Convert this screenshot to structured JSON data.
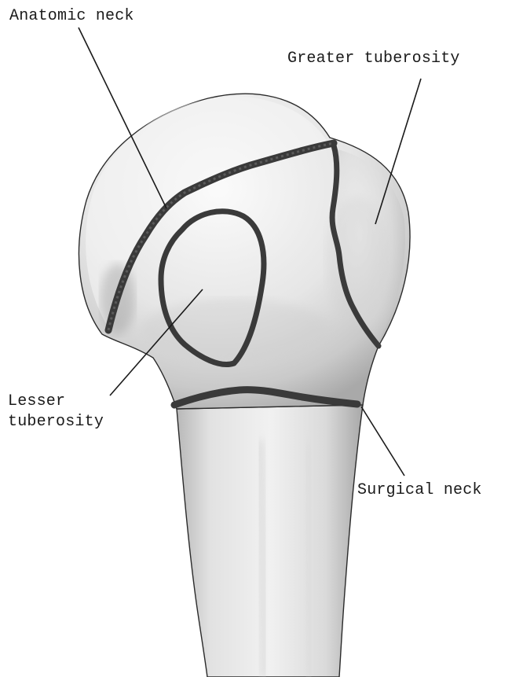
{
  "labels": {
    "anatomic_neck": "Anatomic neck",
    "greater_tuberosity": "Greater tuberosity",
    "lesser_tuberosity_line1": "Lesser",
    "lesser_tuberosity_line2": "tuberosity",
    "surgical_neck": "Surgical neck"
  },
  "colors": {
    "bone_light": "#f4f4f4",
    "bone_mid": "#d6d6d6",
    "bone_shadow": "#9a9a9a",
    "fracture_line": "#3a3a3a",
    "leader_line": "#1a1a1a"
  }
}
